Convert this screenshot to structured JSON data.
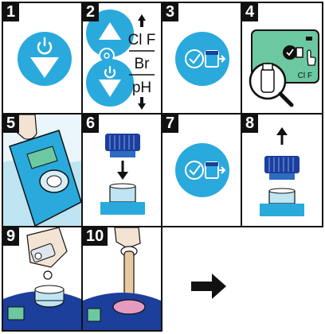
{
  "steps": [
    {
      "number": "1"
    },
    {
      "number": "2"
    },
    {
      "number": "3"
    },
    {
      "number": "4"
    },
    {
      "number": "5"
    },
    {
      "number": "6"
    },
    {
      "number": "7"
    },
    {
      "number": "8"
    },
    {
      "number": "9"
    },
    {
      "number": "10"
    }
  ],
  "step2": {
    "line1": "Cl F",
    "line2": "Br",
    "line3": "pH"
  },
  "step4": {
    "display_label": "Cl F"
  },
  "colors": {
    "accent": "#2aa9dc",
    "dark_blue": "#1c3f9c",
    "mid_blue": "#2d6cc0",
    "display_green": "#6cc8a0",
    "black": "#111111"
  },
  "icons": [
    "power-icon",
    "arrow-up-icon",
    "arrow-down-icon",
    "settings-icon",
    "check-arrow-icon",
    "magnifier-icon",
    "hand-pointer-icon",
    "battery-icon"
  ]
}
